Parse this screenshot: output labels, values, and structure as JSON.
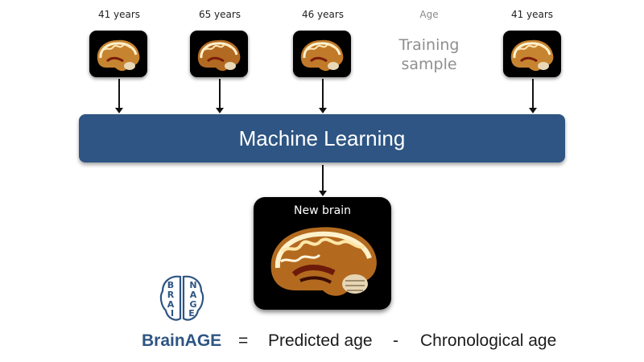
{
  "samples": [
    {
      "age": "41 years"
    },
    {
      "age": "65 years"
    },
    {
      "age": "46 years"
    },
    {
      "age": "41 years"
    }
  ],
  "age_header": "Age",
  "training_sample": {
    "line1": "Training",
    "line2": "sample"
  },
  "process_box": {
    "label": "Machine Learning"
  },
  "new_brain": {
    "label": "New brain"
  },
  "formula": {
    "term": "BrainAGE",
    "equals": "=",
    "predicted": "Predicted age",
    "minus": "-",
    "chronological": "Chronological age"
  },
  "logo": {
    "letters": [
      "B",
      "R",
      "A",
      "I",
      "N",
      "A",
      "G",
      "E"
    ]
  },
  "colors": {
    "accent": "#2e5583",
    "muted_text": "#8a8a8a"
  }
}
